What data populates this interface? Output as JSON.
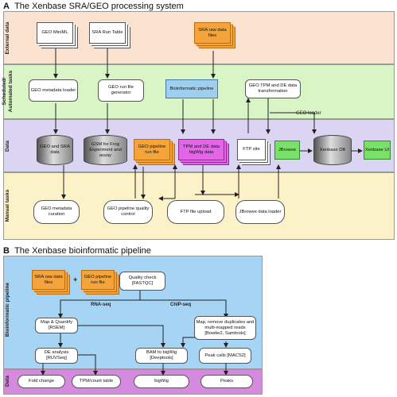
{
  "section_a": {
    "letter": "A",
    "title": "The Xenbase SRA/GEO processing system",
    "bands": {
      "external": "External data",
      "scheduled": "Scheduled/ Automated tasks",
      "data": "Data",
      "manual": "Manual tasks"
    },
    "external": {
      "geo_miniml": "GEO MiniML",
      "sra_run_table": "SRA Run Table",
      "sra_raw": "SRA raw data files"
    },
    "scheduled": {
      "geo_metadata_loader": "GEO metadata loader",
      "geo_run_file_generator": "GEO run file generator",
      "bioinformatic_pipeline": "Bioinformatic pipeline",
      "tpm_de_transformation": "GEO TPM and DE data transformation",
      "geo_loader_label": "GEO loader"
    },
    "data": {
      "geo_sra_data": "GEO and SRA data",
      "gsm_frog": "GSM for Frog Experiment and assay",
      "geo_pipeline_run_file": "GEO pipeline run file",
      "tpm_de_bigwig": "TPM and DE data bigWig data",
      "ftp_site": "FTP site",
      "jbrowse": "JBrowse",
      "xenbase_db": "Xenbase DB",
      "xenbase_ui": "Xenbase UI"
    },
    "manual": {
      "geo_metadata_curation": "GEO metadata curation",
      "geo_pipeline_qc": "GEO pipeline quality control",
      "ftp_file_upload": "FTP file upload",
      "jbrowse_data_loader": "JBrowse data loader"
    }
  },
  "section_b": {
    "letter": "B",
    "title": "The Xenbase bioinformatic pipeline",
    "bands": {
      "pipeline": "Bioinformatic pipeline",
      "data": "Data"
    },
    "inputs": {
      "sra_raw": "SRA raw data files",
      "plus": "+",
      "geo_pipeline_run_file": "GEO pipeline run file"
    },
    "quality_check": "Quality check [FASTQC]",
    "rna_seq_label": "RNA-seq",
    "chip_seq_label": "ChIP-seq",
    "map_quantify": "Map & Quantify [RSEM]",
    "map_remove_dup": "Map, remove duplicates and multi-mapped reads [Bowtie2, Samtools]",
    "de_analysis": "DE analysis [RUVSeq]",
    "bam_to_bigwig": "BAM to bigWig [Deeptools]",
    "peak_calls": "Peak calls [MACS2]",
    "outputs": {
      "fold_change": "Fold change",
      "tpm_count_table": "TPM/count table",
      "bigwig": "bigWig",
      "peaks": "Peaks"
    }
  }
}
